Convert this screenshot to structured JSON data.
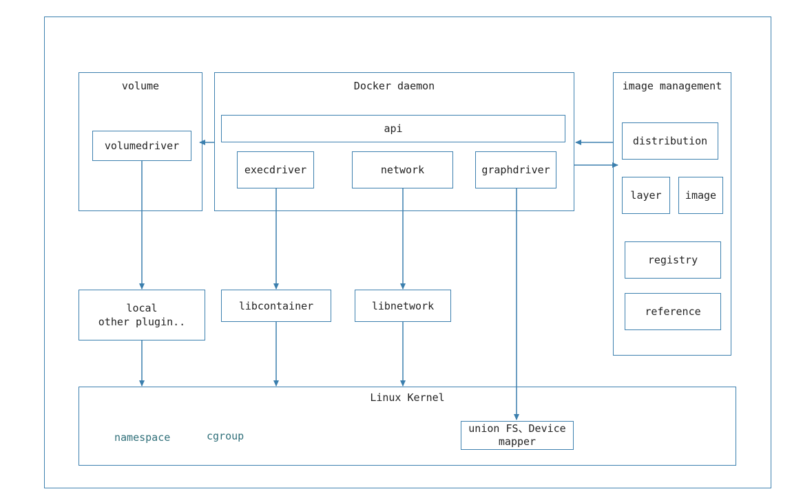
{
  "volume": {
    "title": "volume",
    "driver": "volumedriver"
  },
  "daemon": {
    "title": "Docker daemon",
    "api": "api",
    "execdriver": "execdriver",
    "network": "network",
    "graphdriver": "graphdriver"
  },
  "image_management": {
    "title": "image management",
    "distribution": "distribution",
    "layer": "layer",
    "image": "image",
    "registry": "registry",
    "reference": "reference"
  },
  "plugins": {
    "line1": "local",
    "line2": "other plugin.."
  },
  "libcontainer": "libcontainer",
  "libnetwork": "libnetwork",
  "kernel": {
    "title": "Linux Kernel",
    "namespace": "namespace",
    "cgroup": "cgroup",
    "unionfs_line1": "union FS、Device",
    "unionfs_line2": "mapper"
  },
  "colors": {
    "border": "#3b7fae",
    "text": "#222222",
    "kernel_text": "#2f6f79"
  }
}
